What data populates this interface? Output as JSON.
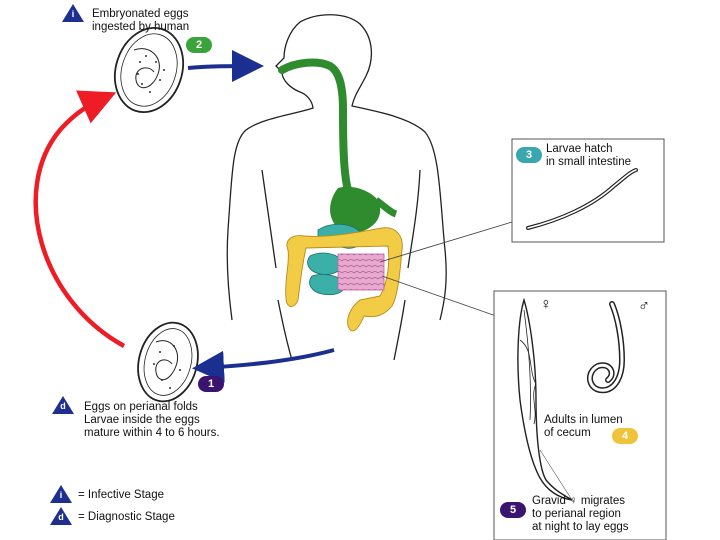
{
  "steps": {
    "s1": {
      "number": "1",
      "text": [
        "Eggs on perianal folds",
        "Larvae inside the eggs",
        "mature within 4 to 6 hours."
      ],
      "stage_letter": "d"
    },
    "s2": {
      "number": "2",
      "text": [
        "Embryonated eggs",
        "ingested by human"
      ],
      "stage_letter": "i"
    },
    "s3": {
      "number": "3",
      "text": [
        "Larvae hatch",
        "in small intestine"
      ]
    },
    "s4": {
      "number": "4",
      "text": [
        "Adults in lumen",
        "of cecum"
      ]
    },
    "s5": {
      "number": "5",
      "text": [
        "Gravid ♀ migrates",
        "to perianal region",
        "at night to lay eggs"
      ]
    }
  },
  "sex_symbols": {
    "female": "♀",
    "male": "♂"
  },
  "legend": {
    "infective": {
      "letter": "i",
      "text": "= Infective Stage"
    },
    "diagnostic": {
      "letter": "d",
      "text": "= Diagnostic Stage"
    }
  },
  "colors": {
    "badge1": "#3a1570",
    "badge2": "#3aa33a",
    "badge3": "#3aa6b0",
    "badge4": "#f0c43a",
    "badge5": "#3a1570",
    "stage_triangle": "#1f2f8f",
    "arrow_blue": "#1a2f8f",
    "arrow_red": "#ee1c24",
    "gut_green": "#2e8b2e",
    "colon_yellow": "#f3cc45",
    "small_intestine": "#3bb0a8",
    "tissue_pink": "#e8a0c8"
  }
}
